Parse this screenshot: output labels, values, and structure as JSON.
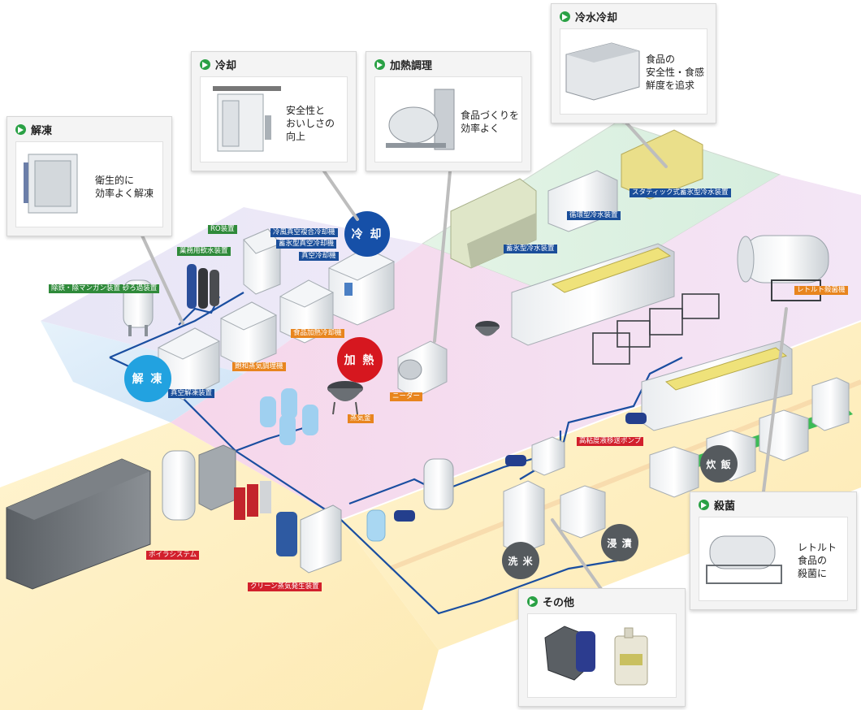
{
  "colors": {
    "green_label": "#2f8a3a",
    "blue_label": "#1a4e9a",
    "orange_label": "#e8851e",
    "red_label": "#d2202c",
    "pipe": "#1a4ea0",
    "play_icon": "#2aa145"
  },
  "callouts": {
    "thaw": {
      "title": "解凍",
      "desc": "衛生的に\n効率よく解凍",
      "icon": "play-icon"
    },
    "cool": {
      "title": "冷却",
      "desc": "安全性と\nおいしさの\n向上",
      "icon": "play-icon"
    },
    "cook": {
      "title": "加熱調理",
      "desc": "食品づくりを\n効率よく",
      "icon": "play-icon"
    },
    "chill": {
      "title": "冷水冷却",
      "desc": "食品の\n安全性・食感\n鮮度を追求",
      "icon": "play-icon"
    },
    "sterilize": {
      "title": "殺菌",
      "desc": "レトルト\n食品の\n殺菌に",
      "icon": "play-icon"
    },
    "other": {
      "title": "その他",
      "icon": "play-icon"
    }
  },
  "zones": {
    "cooling": "冷 却",
    "heating": "加 熱",
    "thawing": "解 凍",
    "rice": "炊 飯",
    "steep": "浸 漬",
    "wash": "洗 米"
  },
  "equipment": {
    "ro": "RO装置",
    "softener": "業務用軟水装置",
    "iron_removal": "除鉄・除マンガン装置 砂ろ過装置",
    "air_vacuum_cooler": "冷風真空複合冷却機",
    "ice_vacuum_cooler": "蓄氷型真空冷却機",
    "vacuum_cooler": "真空冷却機",
    "food_heat_cooler": "食品加熱冷却機",
    "saturated_steam": "飽和蒸気調理機",
    "vacuum_thaw": "真空解凍装置",
    "steam_kettle": "蒸気釜",
    "kneader": "ニーダー",
    "ice_storage_water": "蓄氷型冷水装置",
    "circulating_water": "循環型冷水装置",
    "static_ice_water": "スタティック式蓄氷型冷水装置",
    "retort": "レトルト殺菌機",
    "viscous_pump": "高粘度液移送ポンプ",
    "boiler": "ボイラシステム",
    "clean_steam": "クリーン蒸気発生装置"
  }
}
